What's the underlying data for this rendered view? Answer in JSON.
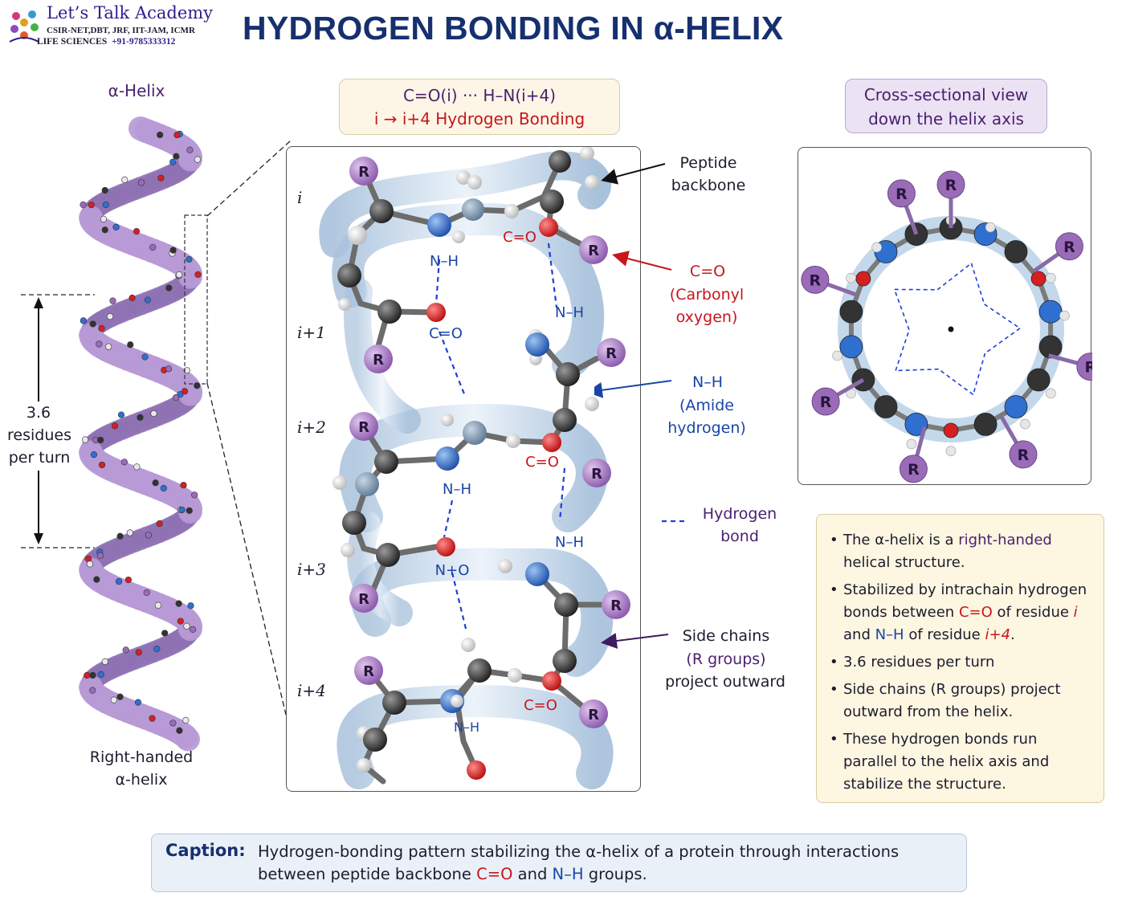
{
  "logo": {
    "title": "Let’s Talk Academy",
    "line1": "CSIR-NET,DBT, JRF, IIT-JAM, ICMR",
    "line2_prefix": "LIFE SCIENCES",
    "line2_phone": "+91-9785333312"
  },
  "title": "HYDROGEN BONDING IN α-HELIX",
  "left": {
    "heading": "α-Helix",
    "pitch_label": [
      "3.6",
      "residues",
      "per turn"
    ],
    "footer": [
      "Right-handed",
      "α-helix"
    ]
  },
  "formula": {
    "line1": "C=O(i) ··· H–N(i+4)",
    "line2": "i → i+4 Hydrogen Bonding"
  },
  "cross_section": {
    "title_line1": "Cross-sectional view",
    "title_line2": "down the helix axis",
    "r_label": "R"
  },
  "detail": {
    "rows": [
      "i",
      "i+1",
      "i+2",
      "i+3",
      "i+4"
    ],
    "atoms": {
      "r": "R",
      "nh": "N–H",
      "co": "C=O",
      "no": "N+O"
    }
  },
  "annotations": {
    "backbone": [
      "Peptide",
      "backbone"
    ],
    "carbonyl": [
      "C=O",
      "(Carbonyl",
      "oxygen)"
    ],
    "amide": [
      "N–H",
      "(Amide",
      "hydrogen)"
    ],
    "hbond": [
      "Hydrogen",
      "bond"
    ],
    "sidechains": [
      "Side chains",
      "(R groups)",
      "project outward"
    ]
  },
  "notes": [
    {
      "a": "The α-helix is a ",
      "b": "right-handed",
      "c": " helical structure."
    },
    {
      "a": "Stabilized by intrachain hydrogen bonds between ",
      "co": "C=O",
      "b": " of residue ",
      "i": "i",
      "c": " and ",
      "nh": "N–H",
      "d": " of residue ",
      "i4": "i+4",
      "e": "."
    },
    {
      "a": "3.6 residues per turn"
    },
    {
      "a": "Side chains (R groups) project outward from the helix."
    },
    {
      "a": "These hydrogen bonds run parallel to the helix axis and stabilize the structure."
    }
  ],
  "caption": {
    "label": "Caption:",
    "text1": "Hydrogen-bonding pattern stabilizing the α-helix of a protein through interactions",
    "text2a": "between peptide backbone ",
    "co": "C=O",
    "text2b": " and ",
    "nh": "N–H",
    "text2c": " groups."
  },
  "colors": {
    "title": "#16306f",
    "carbon": "#333333",
    "nitrogen": "#2f6fd0",
    "oxygen": "#d42020",
    "r_group": "#9a6cb8",
    "ribbon": "#b79ad6",
    "hbond": "#1f3fd6"
  }
}
